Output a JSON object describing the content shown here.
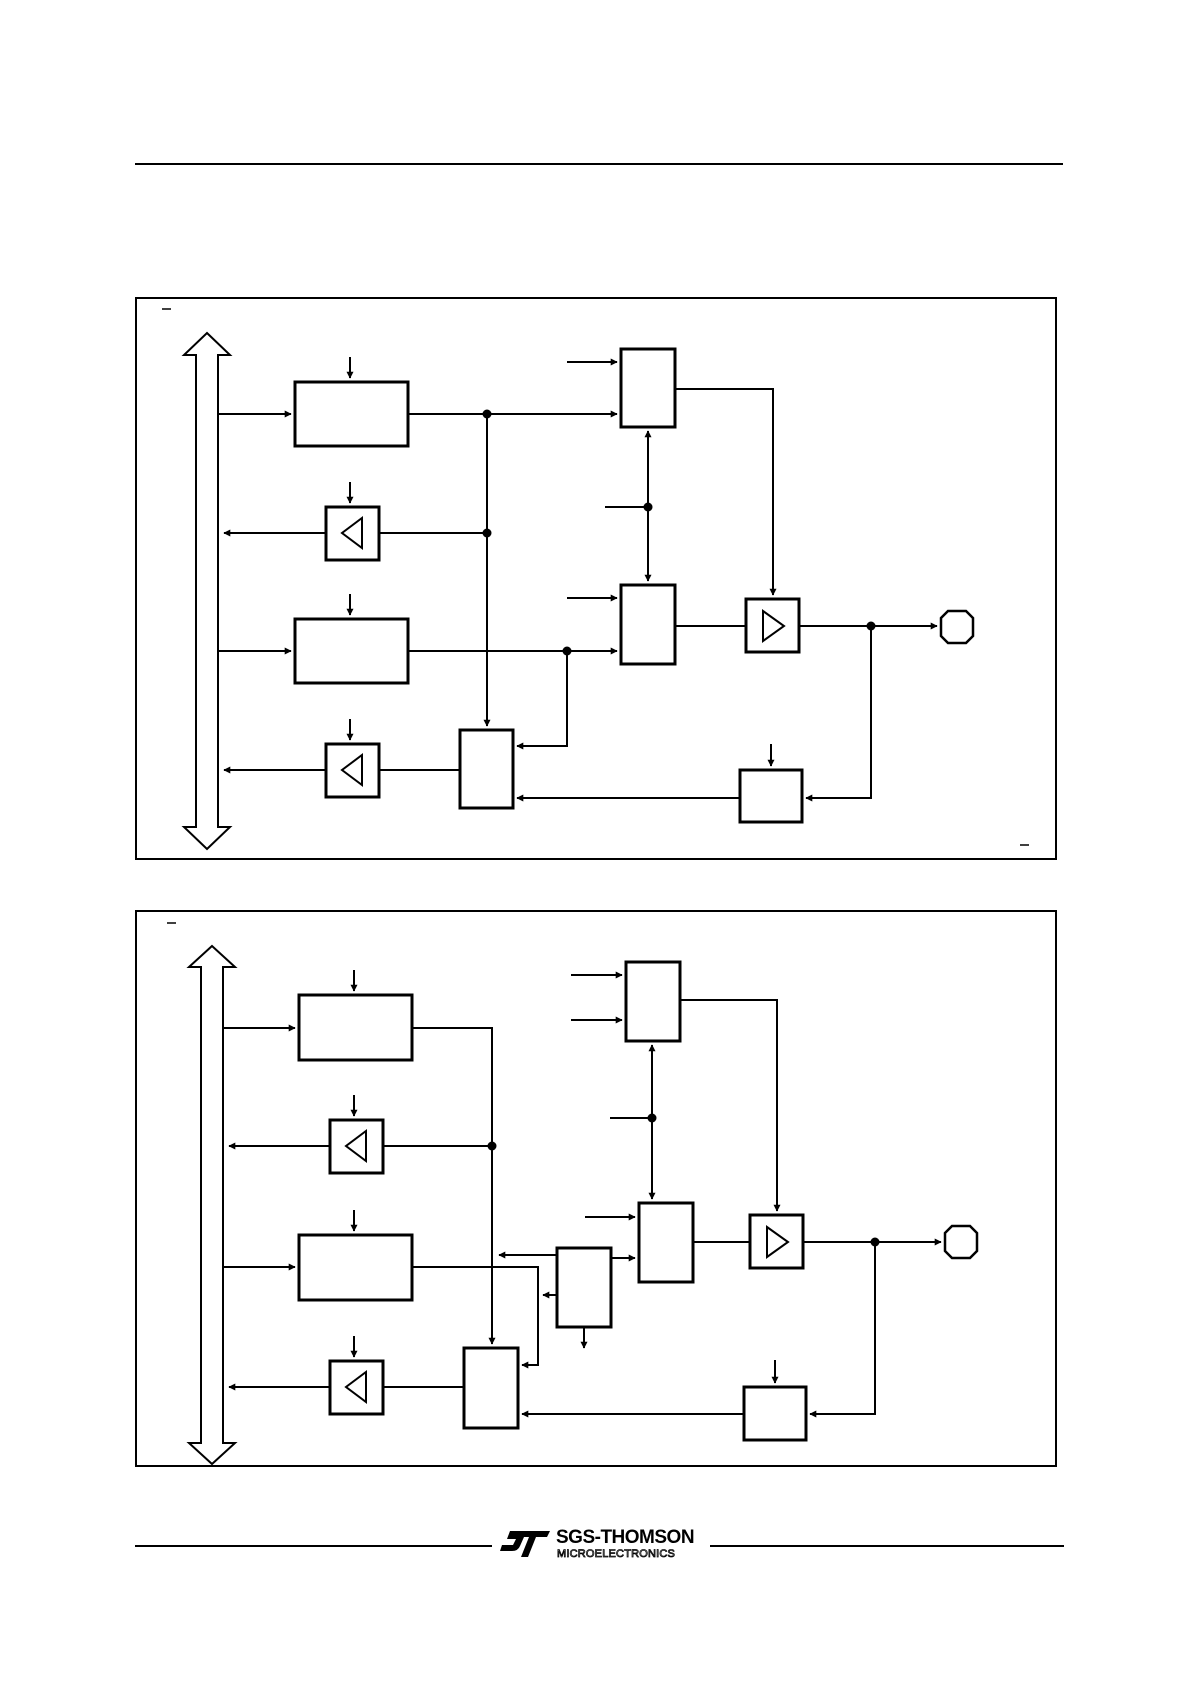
{
  "brand": {
    "line1": "SGS-THOMSON",
    "line2": "MICROELECTRONICS",
    "logo_mark": "ST"
  },
  "figures": [
    {
      "id": "figure-1",
      "labels": []
    },
    {
      "id": "figure-2",
      "labels": []
    }
  ]
}
